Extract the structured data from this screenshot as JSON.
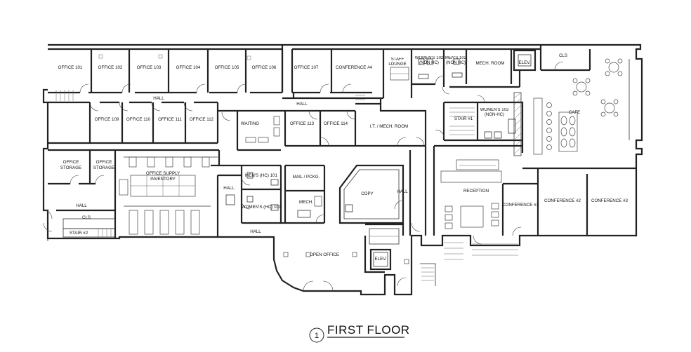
{
  "rooms": {
    "office_101": "OFFICE 101",
    "office_102": "OFFICE 102",
    "office_103": "OFFICE 103",
    "office_104": "OFFICE 104",
    "office_105": "OFFICE 105",
    "office_106": "OFFICE 106",
    "office_107": "OFFICE 107",
    "conference_4": "CONFERENCE #4",
    "staff_lounge": "STAFF LOUNGE",
    "womens_102": "WOMEN'S 102 (NON HC)",
    "mens_102": "MEN'S 102 (NON HC)",
    "mech_room_top": "MECH. ROOM",
    "elev_top": "ELEV.",
    "cls_top": "CLS",
    "hall_upper": "HALL",
    "hall_mid": "HALL",
    "office_109": "OFFICE 109",
    "office_110": "OFFICE 110",
    "office_111": "OFFICE 111",
    "office_112": "OFFICE 112",
    "waiting": "WAITING",
    "office_113": "OFFICE 113",
    "office_114": "OFFICE 114",
    "it_mech_room": "I.T. / MECH. ROOM",
    "stair_1": "STAIR #1",
    "womens_103": "WOMEN'S 103 (NON-HC)",
    "cafe": "CAFE",
    "office_storage_1": "OFFICE STORAGE",
    "office_storage_2": "OFFICE STORAGE",
    "office_supply_inventory": "OFFICE SUPPLY INVENTORY",
    "hall_left": "HALL",
    "cls_left": "CLS",
    "stair_2": "STAIR #2",
    "hall_small": "HALL",
    "mens_hc_101": "MEN'S (HC) 101",
    "womens_hc_101": "WOMEN'S (HC) 101",
    "mail_pckg": "MAIL / PCKG.",
    "mech_small": "MECH.",
    "hall_lower": "HALL",
    "copy": "COPY",
    "hall_vertical": "HALL",
    "reception": "RECEPTION",
    "conference_1": "CONFERENCE #1",
    "conference_2": "CONFERENCE #2",
    "conference_3": "CONFERENCE #3",
    "open_office": "OPEN OFFICE",
    "elev_bottom": "ELEV."
  },
  "title": {
    "number": "1",
    "text": "FIRST FLOOR"
  }
}
